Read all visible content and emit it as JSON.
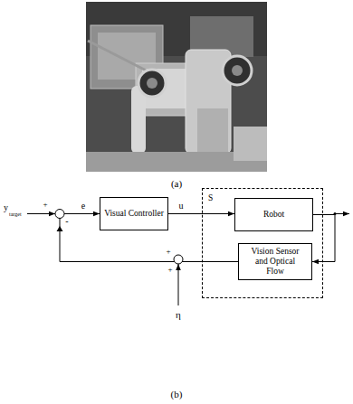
{
  "diagram": {
    "nodes": [
      {
        "text": [
          "Visual Controller"
        ]
      },
      {
        "text": [
          "S"
        ]
      },
      {
        "text": [
          "Robot"
        ],
        "in": 1
      },
      {
        "text": [
          "Vision Sensor and Optical Flow"
        ],
        "in": 1
      }
    ],
    "edges": [
      {
        "from": 0,
        "to": 2,
        "arrow": "to",
        "label": "u"
      },
      {
        "from": 2,
        "to": 3,
        "arrow": "to"
      },
      {
        "from": 3,
        "to": 0,
        "arrow": "to",
        "label": "e"
      }
    ],
    "labels": [
      "(a)",
      "y",
      "target",
      "+",
      "-",
      "+",
      "+",
      "η",
      "(b)"
    ]
  }
}
